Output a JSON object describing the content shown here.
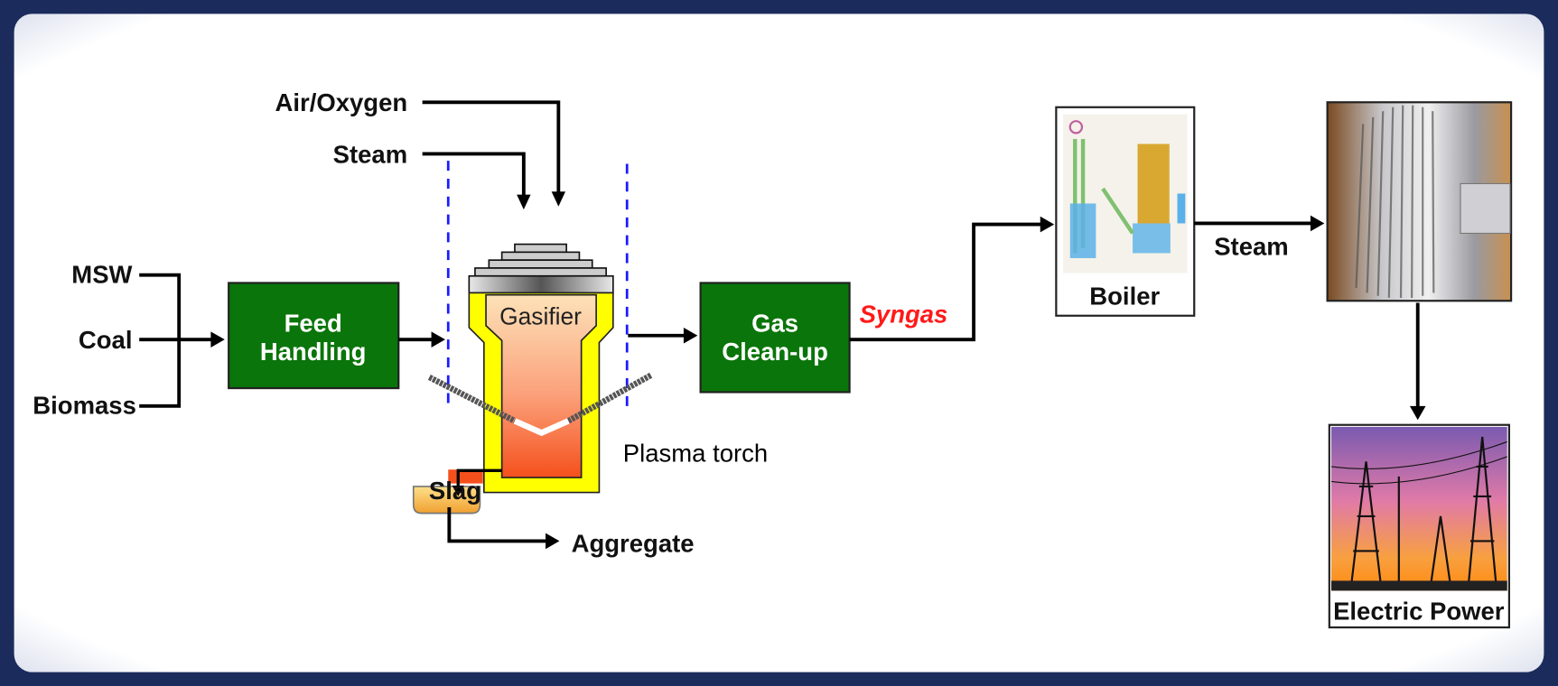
{
  "inputs": {
    "msw": "MSW",
    "coal": "Coal",
    "biomass": "Biomass"
  },
  "gasifier_inputs": {
    "air_oxygen": "Air/Oxygen",
    "steam": "Steam"
  },
  "feed_handling": {
    "line1": "Feed",
    "line2": "Handling"
  },
  "gasifier": {
    "label": "Gasifier",
    "plasma_torch": "Plasma torch",
    "slag": "Slag",
    "aggregate": "Aggregate"
  },
  "gas_cleanup": {
    "line1": "Gas",
    "line2": "Clean-up"
  },
  "syngas": "Syngas",
  "boiler": "Boiler",
  "steam_out": "Steam",
  "electric_power": "Electric Power",
  "colors": {
    "process_box": "#0a750a",
    "syngas": "#ff1a1a",
    "frame": "#1b2b5c",
    "gasifier_shell": "#ffff00",
    "divider": "#1a1aff"
  }
}
